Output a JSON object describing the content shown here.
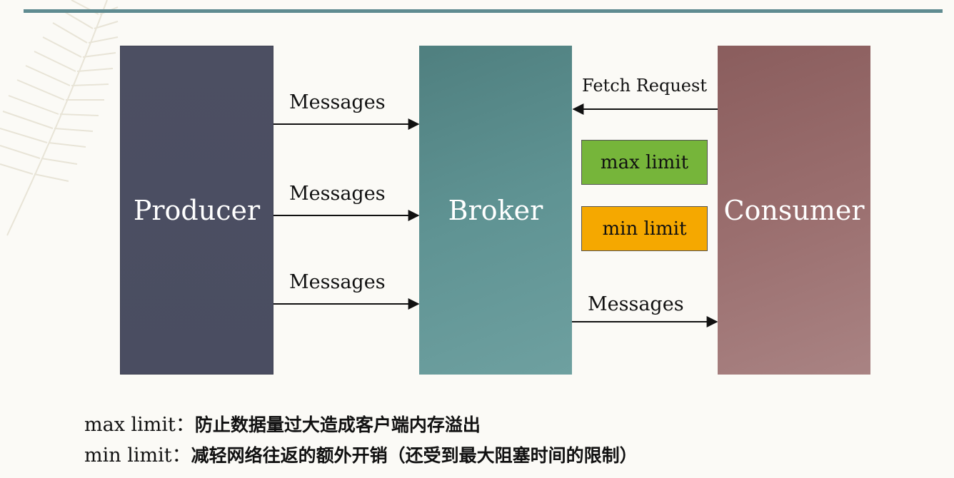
{
  "colors": {
    "rule": "#5f8b90",
    "producer": "#4b4e61",
    "broker": "#5f9393",
    "consumer": "#9a6e6e",
    "max_limit": "#76b53a",
    "min_limit": "#f5a800"
  },
  "diagram": {
    "producer_label": "Producer",
    "broker_label": "Broker",
    "consumer_label": "Consumer",
    "arrow_1_label": "Messages",
    "arrow_2_label": "Messages",
    "arrow_3_label": "Messages",
    "fetch_label": "Fetch Request",
    "consumer_messages_label": "Messages",
    "max_limit_label": "max limit",
    "min_limit_label": "min limit"
  },
  "notes": [
    {
      "term": "max limit：",
      "desc": "防止数据量过大造成客户端内存溢出"
    },
    {
      "term": "min limit：",
      "desc": "减轻网络往返的额外开销（还受到最大阻塞时间的限制）"
    }
  ]
}
